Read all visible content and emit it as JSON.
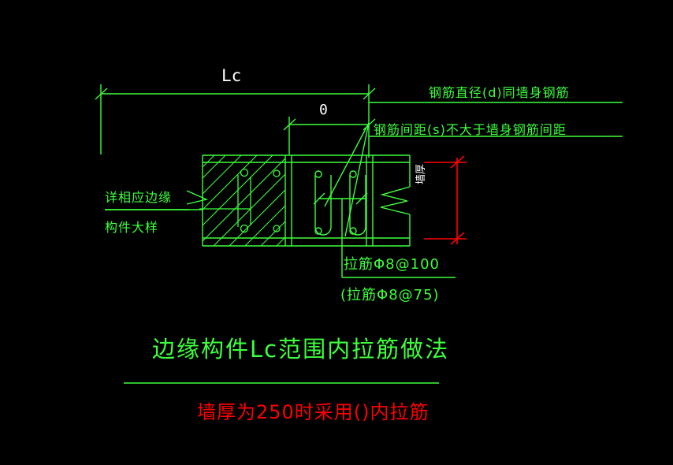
{
  "drawing": {
    "background_color": "#000000",
    "line_color_primary": "#3dff3d",
    "line_color_accent": "#ff0000",
    "text_color_dim": "#ffffff"
  },
  "dimensions": {
    "overall_label": "Lc",
    "inner_label": "0",
    "wall_thickness_label": "墙厚"
  },
  "annotations": {
    "rebar_diameter_note": "钢筋直径(d)同墙身钢筋",
    "rebar_spacing_note": "钢筋间距(s)不大于墙身钢筋间距",
    "detail_ref_line1": "详相应边缘",
    "detail_ref_line2": "构件大样",
    "tie_bar_main": "拉筋Φ8@100",
    "tie_bar_alt": "(拉筋Φ8@75)"
  },
  "title": {
    "main": "边缘构件Lc范围内拉筋做法",
    "note_red": "墙厚为250时采用()内拉筋"
  }
}
